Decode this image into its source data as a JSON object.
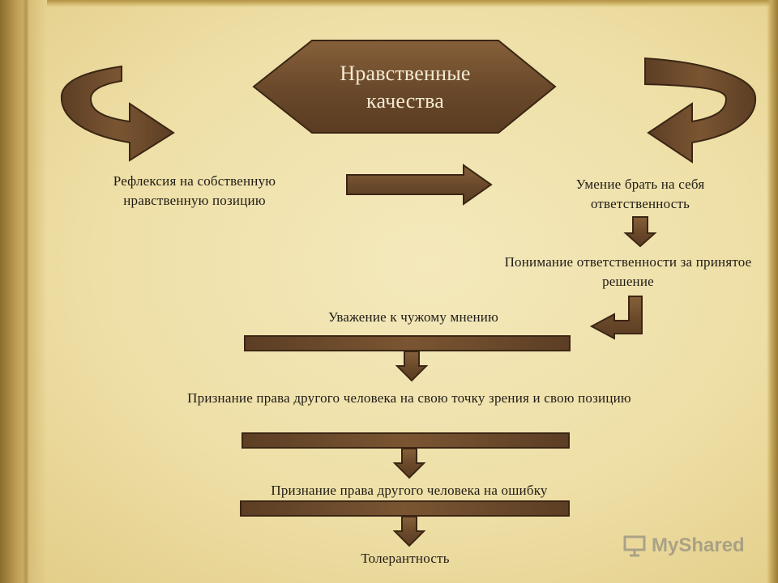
{
  "colors": {
    "arrow_fill": "#6b4a2b",
    "arrow_stroke": "#3b2614",
    "text": "#1f1b16",
    "page": "#f0e2ad"
  },
  "diagram": {
    "header": "Нравственные качества",
    "nodes": {
      "reflexion": "Рефлексия на собственную нравственную позицию",
      "responsibility": "Умение брать на себя ответственность",
      "understanding": "Понимание ответственности за принятое решение",
      "respect": "Уважение к чужому мнению",
      "recognition_view": "Признание права другого человека на свою точку зрения и свою позицию",
      "recognition_error": "Признание права другого человека на ошибку",
      "tolerance": "Толерантность"
    }
  },
  "watermark": {
    "text": "MyShared",
    "icon": "presentation-board-icon"
  }
}
